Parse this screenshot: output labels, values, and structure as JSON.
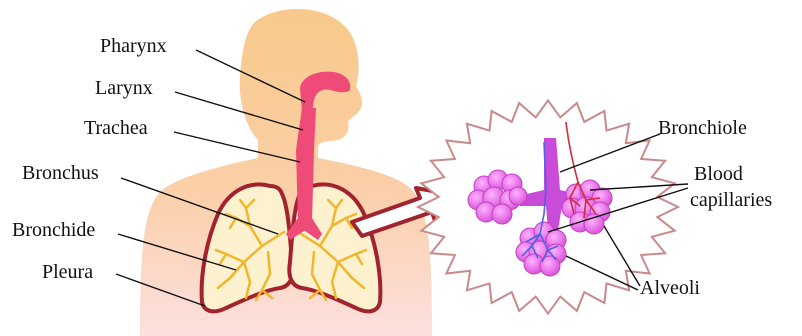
{
  "labels": {
    "pharynx": "Pharynx",
    "larynx": "Larynx",
    "trachea": "Trachea",
    "bronchus": "Bronchus",
    "bronchide": "Bronchide",
    "pleura": "Pleura",
    "bronchiole": "Bronchiole",
    "blood_line1": "Blood",
    "blood_line2": "capillaries",
    "alveoli": "Alveoli"
  },
  "colors": {
    "skin_top": "#f8c98a",
    "skin_bottom": "#fdd5d5",
    "airway": "#ef4b78",
    "lung_border": "#a0232e",
    "lung_fill": "#fdf1cf",
    "bronchi_tree": "#f1b62a",
    "burst_stroke": "#c98a8a",
    "alveoli_fill": "#e866e8",
    "vessel_blue": "#4f63e6",
    "vessel_red": "#d42a3c",
    "leader_line": "#111111"
  }
}
